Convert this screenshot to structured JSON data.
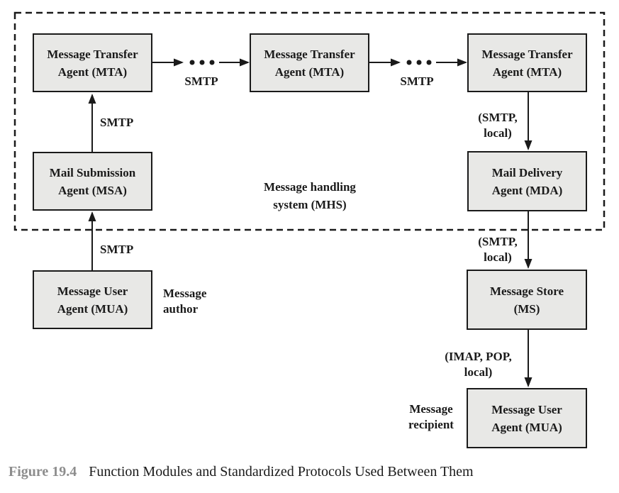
{
  "colors": {
    "background": "#ffffff",
    "box_fill": "#e8e8e6",
    "line_and_text": "#1a1a1a",
    "figure_number_gray": "#8d8d8d"
  },
  "boxes": {
    "mta1": {
      "line1": "Message Transfer",
      "line2": "Agent (MTA)"
    },
    "mta2": {
      "line1": "Message Transfer",
      "line2": "Agent (MTA)"
    },
    "mta3": {
      "line1": "Message Transfer",
      "line2": "Agent (MTA)"
    },
    "msa": {
      "line1": "Mail Submission",
      "line2": "Agent (MSA)"
    },
    "mda": {
      "line1": "Mail Delivery",
      "line2": "Agent (MDA)"
    },
    "mua_author": {
      "line1": "Message User",
      "line2": "Agent (MUA)"
    },
    "ms": {
      "line1": "Message Store",
      "line2": "(MS)"
    },
    "mua_recipient": {
      "line1": "Message User",
      "line2": "Agent (MUA)"
    }
  },
  "protocol_labels": {
    "smtp_between_mta_left": "SMTP",
    "smtp_between_mta_right": "SMTP",
    "smtp_msa_to_mta": "SMTP",
    "smtp_mua_to_msa": "SMTP",
    "smtp_local_mta_to_mda": {
      "line1": "(SMTP,",
      "line2": "local)"
    },
    "smtp_local_mda_to_ms": {
      "line1": "(SMTP,",
      "line2": "local)"
    },
    "imap_pop_local_ms_to_mua": {
      "line1": "(IMAP, POP,",
      "line2": "local)"
    }
  },
  "annotations": {
    "mhs": {
      "line1": "Message handling",
      "line2": "system (MHS)"
    },
    "author": {
      "line1": "Message",
      "line2": "author"
    },
    "recipient": {
      "line1": "Message",
      "line2": "recipient"
    }
  },
  "caption": {
    "figure_label": "Figure 19.4",
    "title": "Function Modules and Standardized Protocols Used Between Them"
  }
}
